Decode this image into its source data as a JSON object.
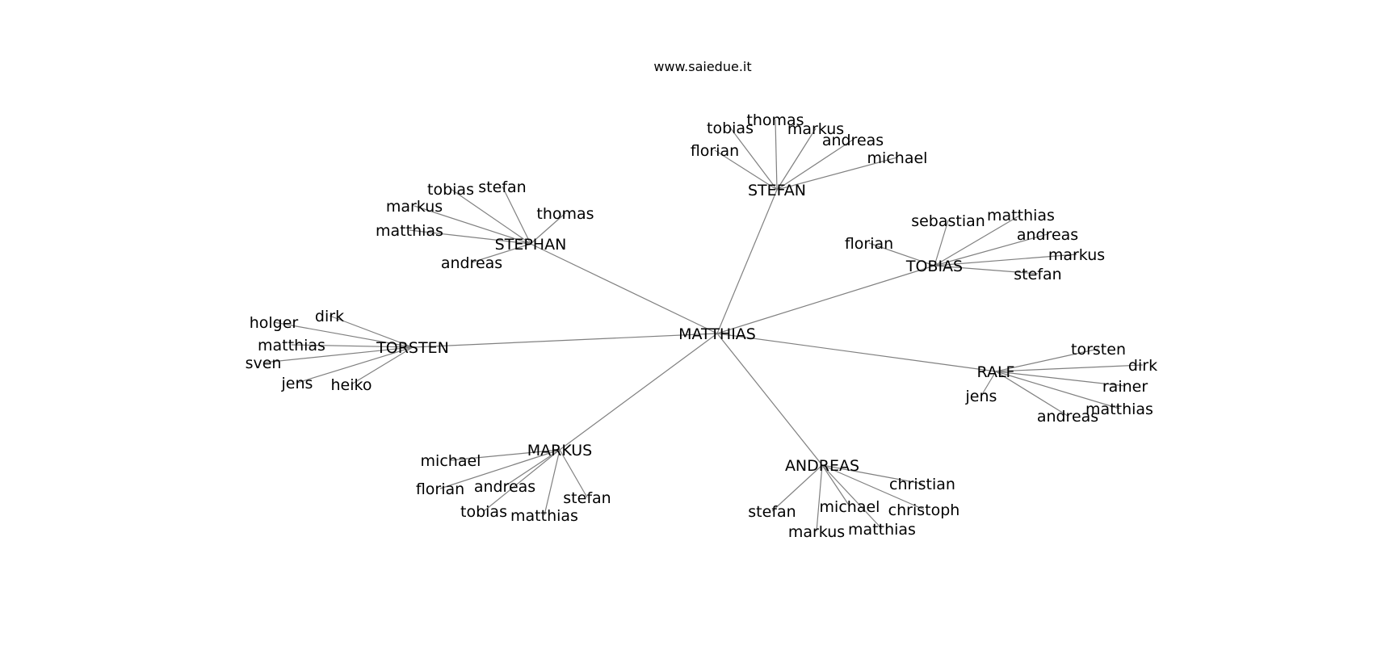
{
  "watermark": "www.saiedue.it",
  "root": "MATTHIAS",
  "groups": [
    {
      "hub": "STEFAN",
      "leaves": [
        "florian",
        "tobias",
        "thomas",
        "markus",
        "andreas",
        "michael"
      ]
    },
    {
      "hub": "STEPHAN",
      "leaves": [
        "tobias",
        "stefan",
        "thomas",
        "markus",
        "matthias",
        "andreas"
      ]
    },
    {
      "hub": "TOBIAS",
      "leaves": [
        "sebastian",
        "matthias",
        "andreas",
        "markus",
        "stefan",
        "florian"
      ]
    },
    {
      "hub": "TORSTEN",
      "leaves": [
        "dirk",
        "holger",
        "matthias",
        "sven",
        "jens",
        "heiko"
      ]
    },
    {
      "hub": "RALF",
      "leaves": [
        "torsten",
        "dirk",
        "rainer",
        "matthias",
        "andreas",
        "jens"
      ]
    },
    {
      "hub": "MARKUS",
      "leaves": [
        "michael",
        "florian",
        "andreas",
        "tobias",
        "matthias",
        "stefan"
      ]
    },
    {
      "hub": "ANDREAS",
      "leaves": [
        "christian",
        "christoph",
        "michael",
        "matthias",
        "markus",
        "stefan"
      ]
    }
  ]
}
